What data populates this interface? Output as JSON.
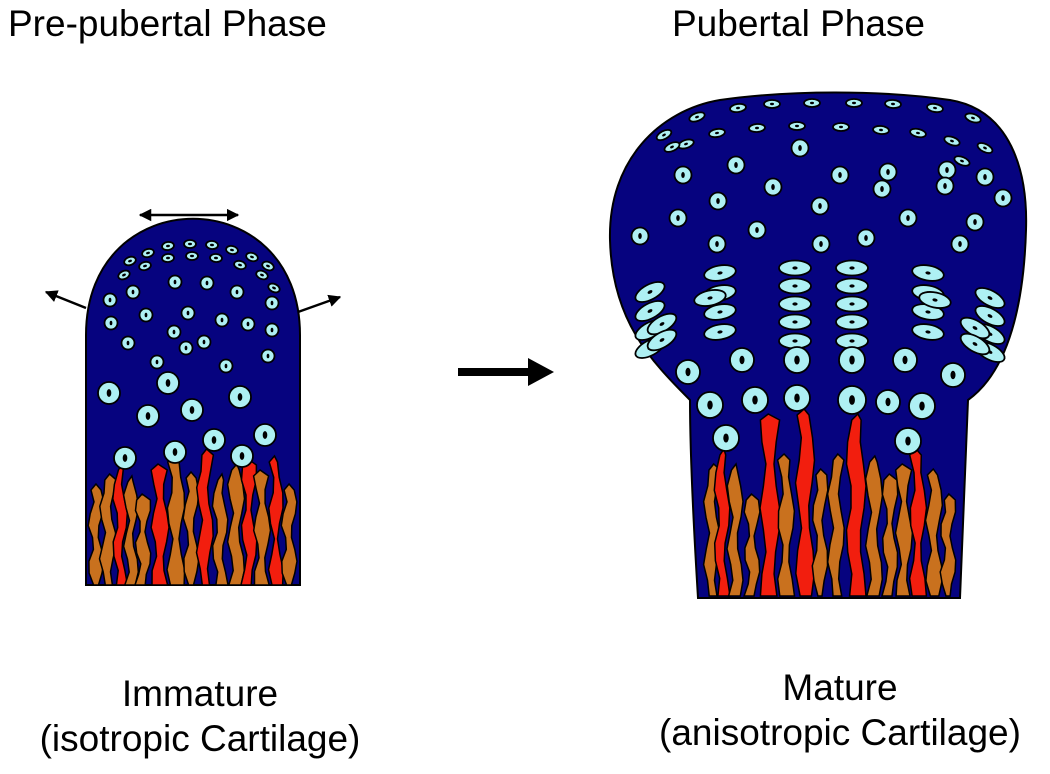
{
  "titles": {
    "left": "Pre-pubertal Phase",
    "right": "Pubertal Phase"
  },
  "captions": {
    "left_line1": "Immature",
    "left_line2": "(isotropic Cartilage)",
    "right_line1": "Mature",
    "right_line2": "(anisotropic Cartilage)"
  },
  "colors": {
    "cartilage": "#06037F",
    "chondrocyte": "#AEF0F3",
    "nucleus": "#000000",
    "vessel_red": "#F21E0E",
    "bone_orange": "#C9711E",
    "outline": "#000000"
  }
}
